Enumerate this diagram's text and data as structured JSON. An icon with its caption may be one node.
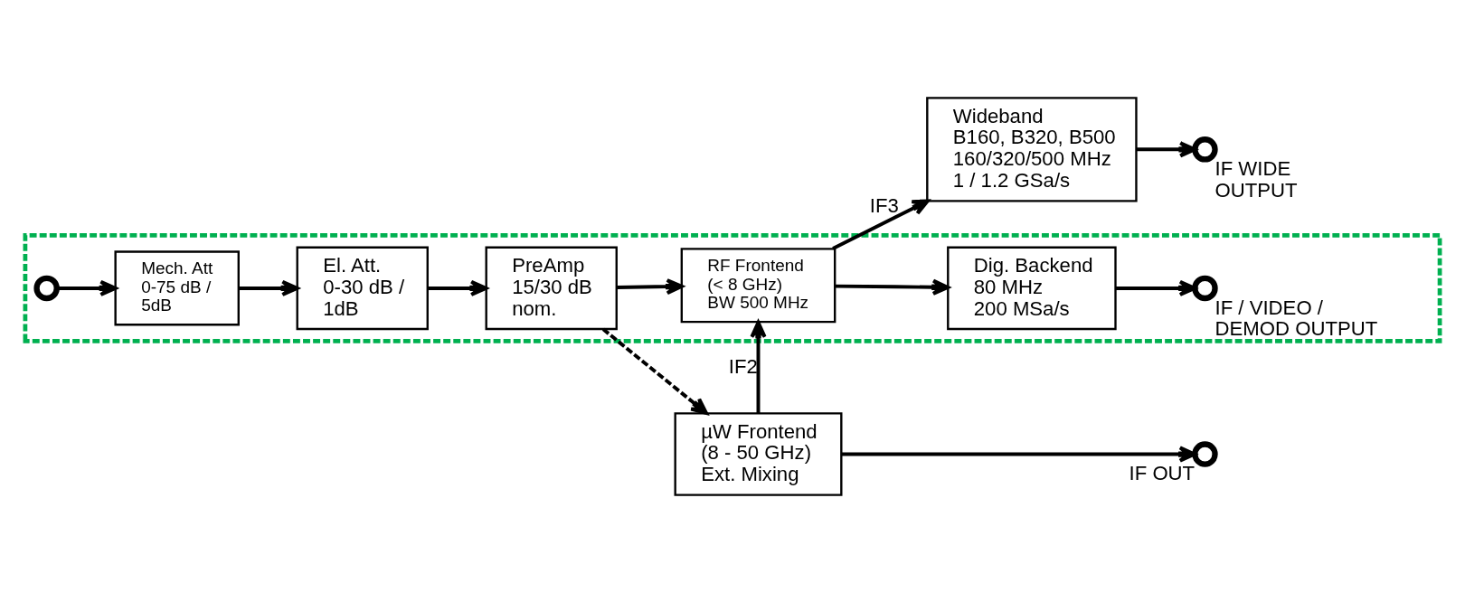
{
  "diagram": {
    "nodes": [
      {
        "text": [
          "Wideband",
          "B160, B320, B500",
          "160/320/500 MHz",
          "1 / 1.2 GSa/s"
        ]
      },
      {
        "text": [],
        "shape": "circle",
        "beside": [
          "IF WIDE OUTPUT"
        ]
      },
      {
        "text": [],
        "shape": "box"
      },
      {
        "text": [],
        "shape": "circle",
        "in": 2
      },
      {
        "text": [
          "Mech. Att",
          "0-75 dB / 5dB"
        ],
        "in": 2
      },
      {
        "text": [
          "El. Att.",
          "0-30 dB / 1dB"
        ],
        "in": 2
      },
      {
        "text": [
          "PreAmp",
          "15/30 dB nom."
        ],
        "in": 2
      },
      {
        "text": [
          "RF Frontend",
          "(< 8 GHz)",
          "BW 500 MHz"
        ],
        "in": 2
      },
      {
        "text": [
          "Dig. Backend",
          "80 MHz",
          "200 MSa/s"
        ],
        "in": 2
      },
      {
        "text": [],
        "shape": "circle",
        "in": 2,
        "beside": [
          "IF / VIDEO / DEMOD OUTPUT"
        ]
      },
      {
        "text": [
          "µW Frontend",
          "(8 - 50 GHz)",
          "Ext. Mixing"
        ]
      },
      {
        "text": [],
        "shape": "circle",
        "beside": [
          "IF OUT"
        ]
      }
    ],
    "edges": [
      {
        "from": 3,
        "to": 4,
        "arrow": "to"
      },
      {
        "from": 4,
        "to": 5,
        "arrow": "to"
      },
      {
        "from": 5,
        "to": 6,
        "arrow": "to"
      },
      {
        "from": 6,
        "to": 7,
        "arrow": "to"
      },
      {
        "from": 6,
        "to": 10,
        "arrow": "to",
        "style": "dashed"
      },
      {
        "from": 7,
        "to": 8,
        "arrow": "to"
      },
      {
        "from": 8,
        "to": 9,
        "arrow": "to"
      },
      {
        "from": 7,
        "to": 0,
        "arrow": "to",
        "label": "IF3"
      },
      {
        "from": 0,
        "to": 1,
        "arrow": "to"
      },
      {
        "from": 10,
        "to": 7,
        "arrow": "to",
        "label": "IF2"
      },
      {
        "from": 10,
        "to": 11,
        "arrow": "to"
      }
    ]
  }
}
